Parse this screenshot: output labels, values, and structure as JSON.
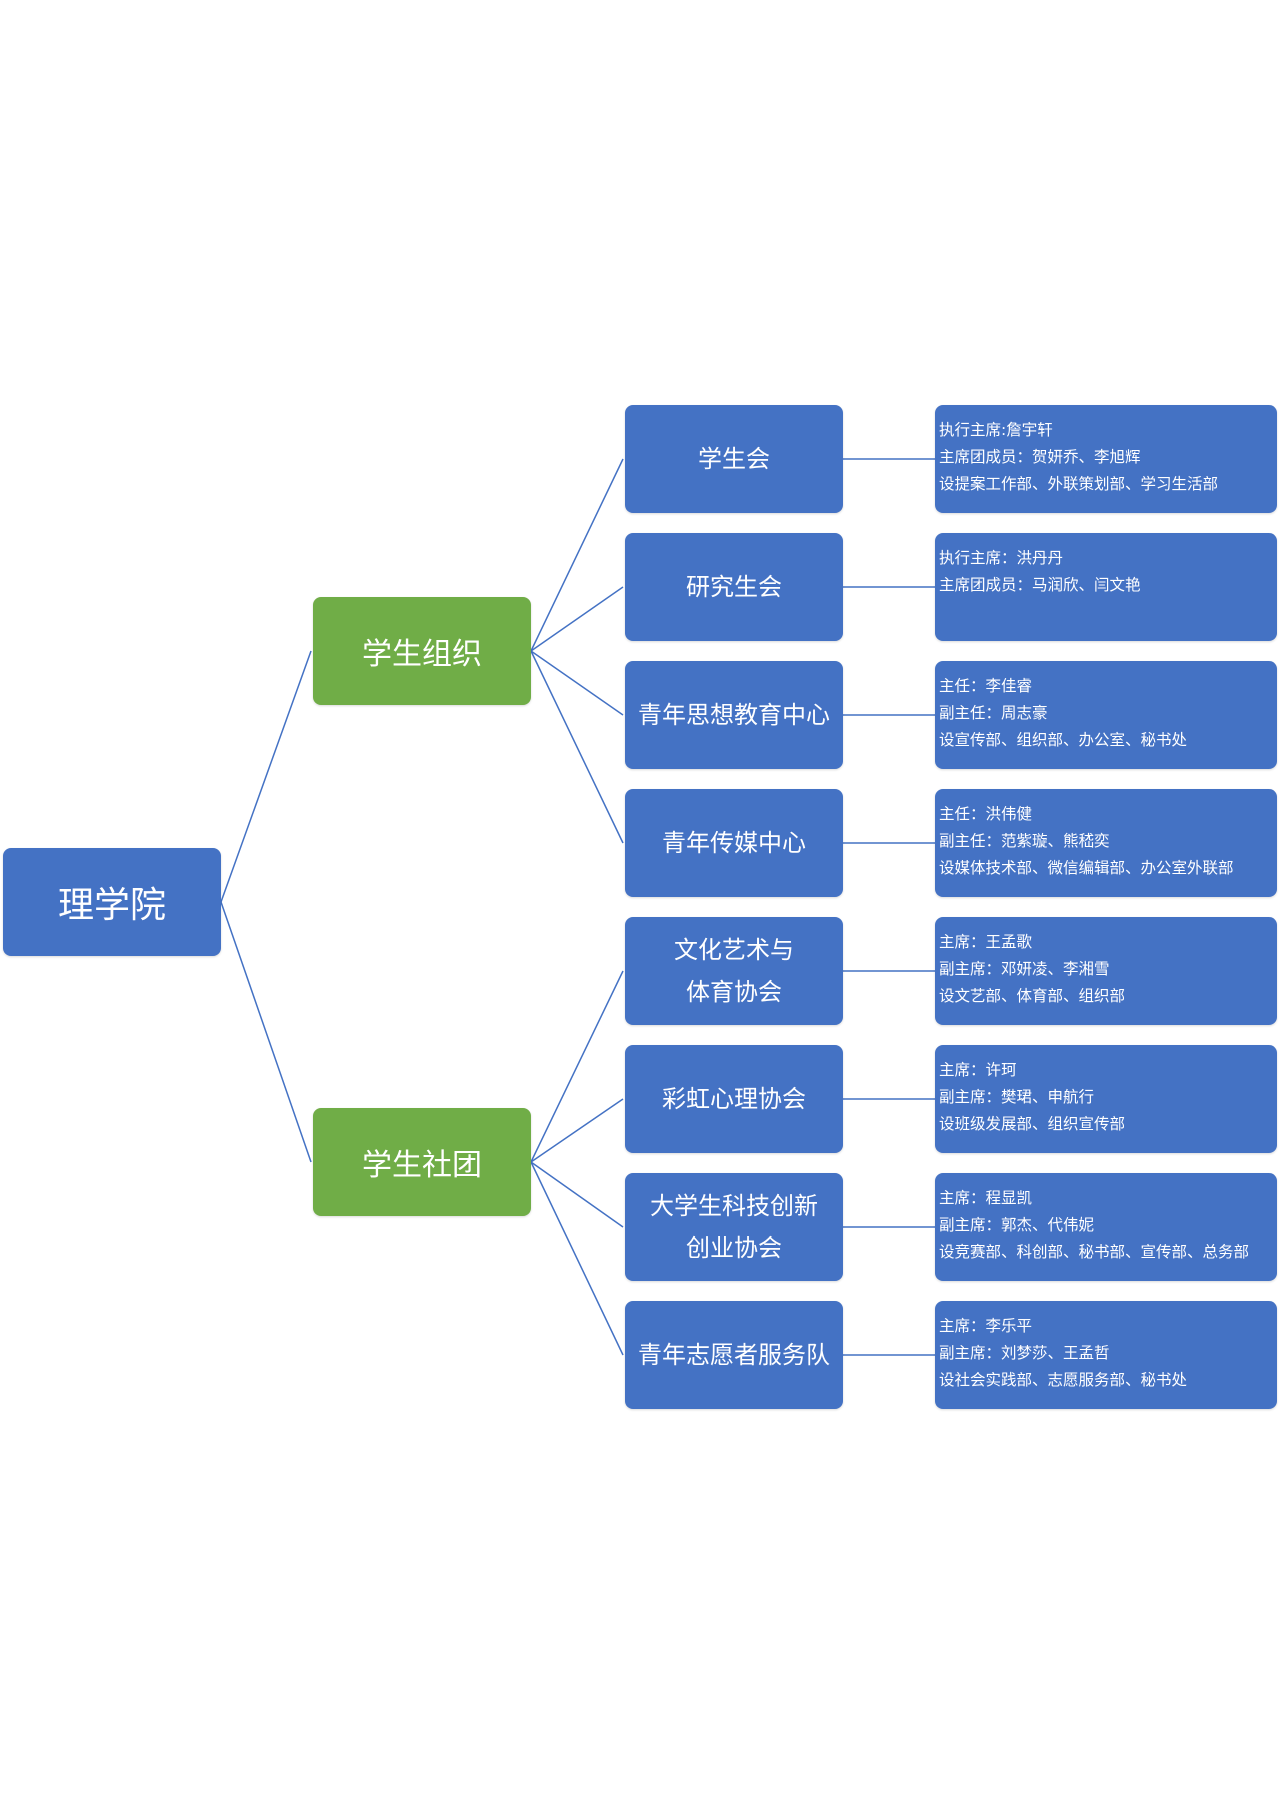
{
  "colors": {
    "blue_node": "#4472c4",
    "green_node": "#70ad47",
    "connector": "#4472c4",
    "text": "#ffffff"
  },
  "root": {
    "label": "理学院"
  },
  "groups": [
    {
      "label": "学生组织",
      "units": [
        {
          "label": "学生会",
          "details": [
            "执行主席:詹宇轩",
            "主席团成员：贺妍乔、李旭辉",
            "设提案工作部、外联策划部、学习生活部"
          ]
        },
        {
          "label": "研究生会",
          "details": [
            "执行主席：洪丹丹",
            "主席团成员：马润欣、闫文艳"
          ]
        },
        {
          "label": "青年思想教育中心",
          "details": [
            "主任：李佳睿",
            "副主任：周志豪",
            "设宣传部、组织部、办公室、秘书处"
          ]
        },
        {
          "label": "青年传媒中心",
          "details": [
            "主任：洪伟健",
            "副主任：范紫璇、熊嵇奕",
            "设媒体技术部、微信编辑部、办公室外联部"
          ]
        }
      ]
    },
    {
      "label": "学生社团",
      "units": [
        {
          "label": "文化艺术与\n体育协会",
          "details": [
            "主席：王孟歌",
            "副主席：邓妍凌、李湘雪",
            "设文艺部、体育部、组织部"
          ]
        },
        {
          "label": "彩虹心理协会",
          "details": [
            "主席：许珂",
            "副主席：樊珺、申航行",
            "设班级发展部、组织宣传部"
          ]
        },
        {
          "label": "大学生科技创新\n创业协会",
          "details": [
            "主席：程显凯",
            "副主席：郭杰、代伟妮",
            "设竞赛部、科创部、秘书部、宣传部、总务部"
          ]
        },
        {
          "label": "青年志愿者服务队",
          "details": [
            "主席：李乐平",
            "副主席：刘梦莎、王孟哲",
            "设社会实践部、志愿服务部、秘书处"
          ]
        }
      ]
    }
  ]
}
